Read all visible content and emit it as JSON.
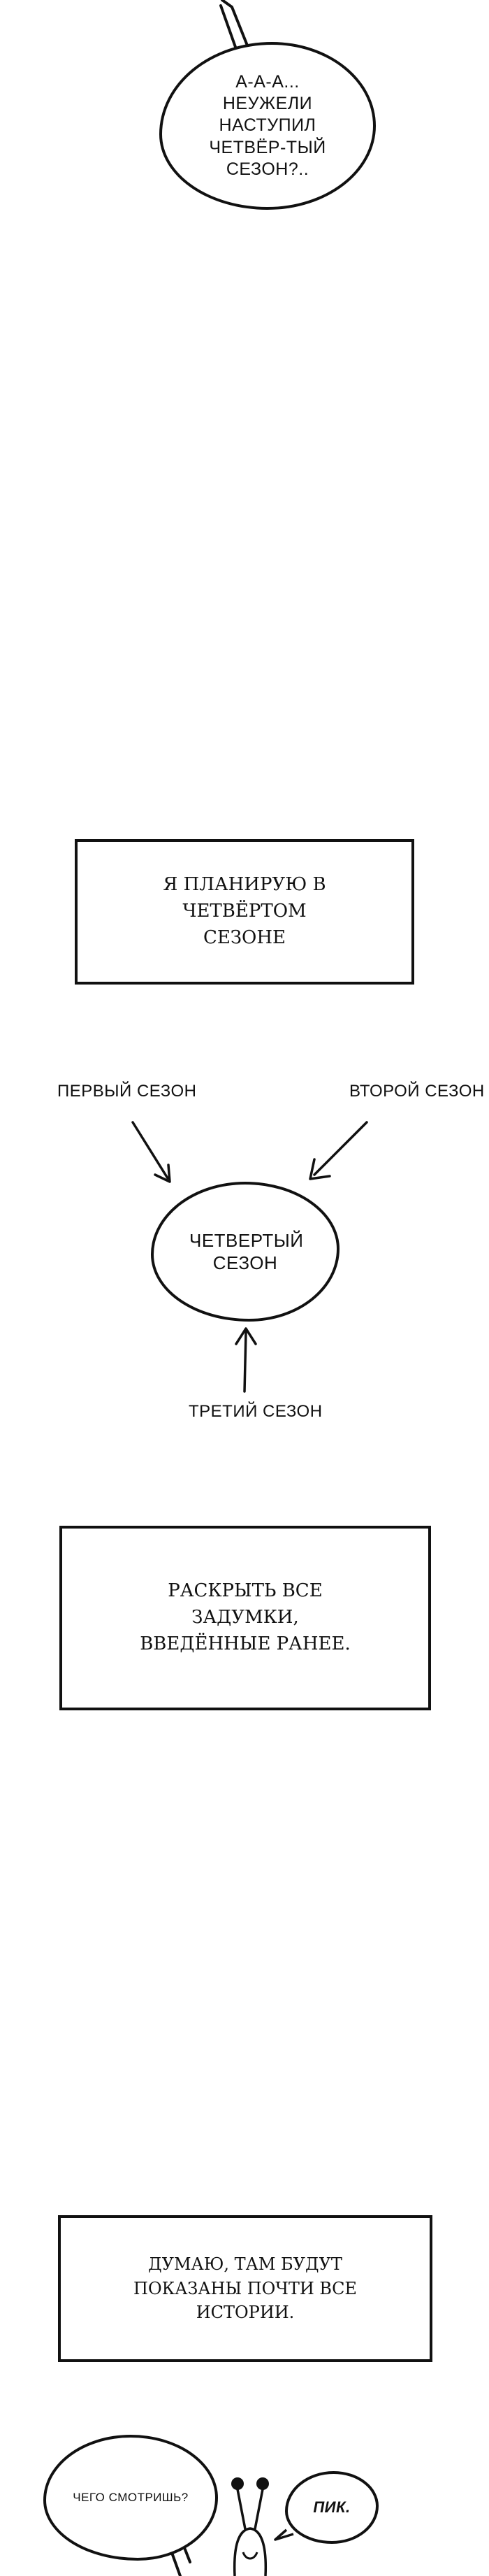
{
  "panel1": {
    "bubble_text": "А-А-А... НЕУЖЕЛИ НАСТУПИЛ ЧЕТВЁР-ТЫЙ СЕЗОН?.."
  },
  "panel2": {
    "caption": "Я ПЛАНИРУЮ В ЧЕТВЁРТОМ СЕЗОНЕ"
  },
  "diagram": {
    "center": "ЧЕТВЕРТЫЙ СЕЗОН",
    "first": "ПЕРВЫЙ СЕЗОН",
    "second": "ВТОРОЙ СЕЗОН",
    "third": "ТРЕТИЙ СЕЗОН"
  },
  "panel3": {
    "caption": "РАСКРЫТЬ ВСЕ ЗАДУМКИ, ВВЕДЁННЫЕ РАНЕЕ."
  },
  "panel4": {
    "caption": "ДУМАЮ, ТАМ БУДУТ ПОКАЗАНЫ ПОЧТИ ВСЕ ИСТОРИИ."
  },
  "panel5": {
    "question": "ЧЕГО СМОТРИШЬ?",
    "reply": "ПИК."
  }
}
